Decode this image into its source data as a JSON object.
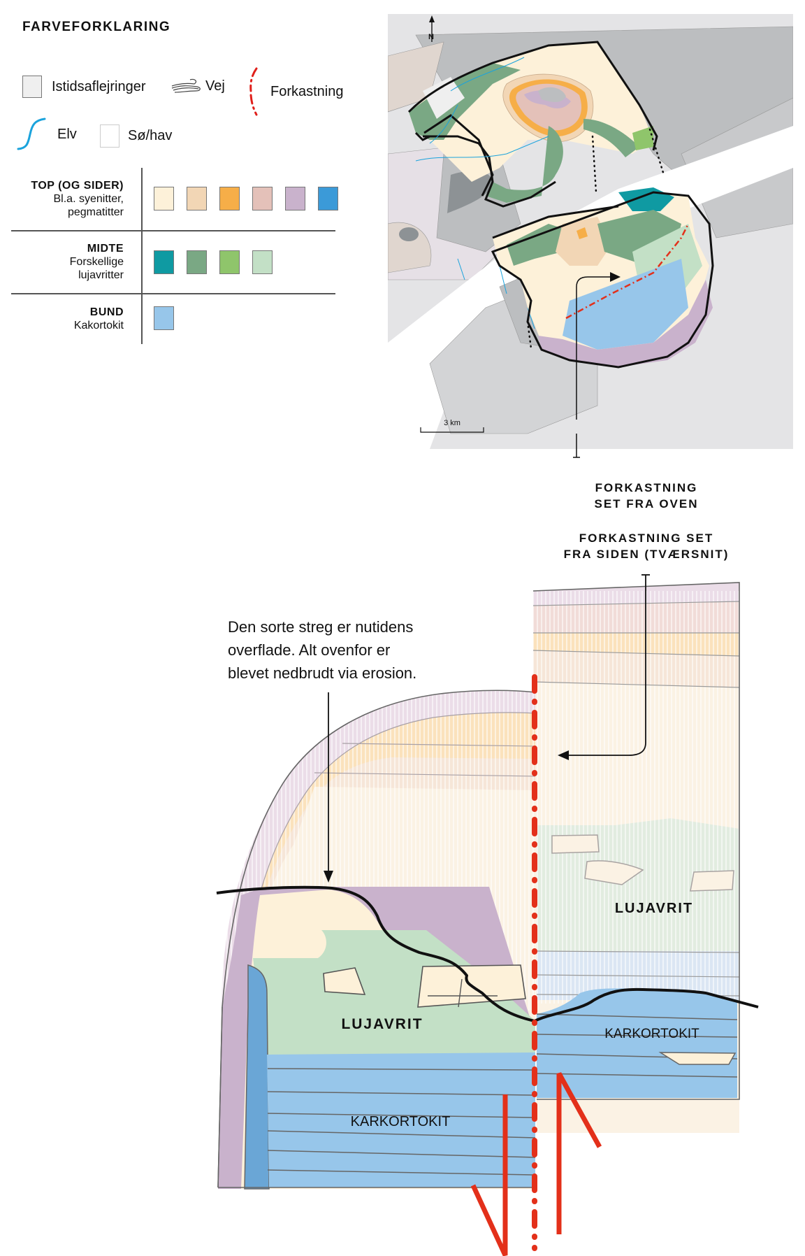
{
  "legend": {
    "title": "FARVEFORKLARING",
    "symbols": [
      {
        "icon": "box-icon",
        "label": "Istidsaflejringer",
        "color": "#efefef"
      },
      {
        "icon": "road-icon",
        "label": "Vej"
      },
      {
        "icon": "fault-line-icon",
        "label": "Forkastning",
        "color": "#e0201b"
      },
      {
        "icon": "river-icon",
        "label": "Elv",
        "color": "#1ba3dc"
      },
      {
        "icon": "box-icon",
        "label": "Sø/hav",
        "color": "#ffffff"
      }
    ],
    "groups": [
      {
        "heading": "TOP (OG SIDER)",
        "lines": [
          "Bl.a. syenitter,",
          "pegmatitter"
        ],
        "swatches": [
          "#fdf1d9",
          "#f2d6b5",
          "#f6ae48",
          "#e4c1b9",
          "#c9b2cc",
          "#3b9ad8"
        ]
      },
      {
        "heading": "MIDTE",
        "lines": [
          "Forskellige",
          "lujavritter"
        ],
        "swatches": [
          "#0f9aa2",
          "#7aa884",
          "#8fc56b",
          "#c3e0c6"
        ]
      },
      {
        "heading": "BUND",
        "lines": [
          "Kakortokit"
        ],
        "swatches": [
          "#97c6ea"
        ]
      }
    ]
  },
  "map": {
    "north_label": "N",
    "scale_label": "3 km"
  },
  "captions": {
    "fault_top_line1": "FORKASTNING",
    "fault_top_line2": "SET FRA OVEN",
    "fault_side_line1": "FORKASTNING SET",
    "fault_side_line2": "FRA SIDEN (TVÆRSNIT)"
  },
  "note": {
    "line1": "Den sorte streg er nutidens",
    "line2": "overflade. Alt ovenfor er",
    "line3": "blevet nedbrudt via erosion."
  },
  "section": {
    "left_middle_label": "LUJAVRIT",
    "left_bottom_label": "KARKORTOKIT",
    "right_middle_label": "LUJAVRIT",
    "right_bottom_label": "KARKORTOKIT"
  },
  "colors": {
    "fault_red": "#e3301a",
    "surface_line": "#111111",
    "lujavrit_green": "#c3e0c6",
    "kakortokit_blue": "#97c6ea",
    "syenite_cream": "#fdf1d9",
    "outer_purple": "#c9b2cc",
    "side_blue": "#6aa6d6"
  }
}
